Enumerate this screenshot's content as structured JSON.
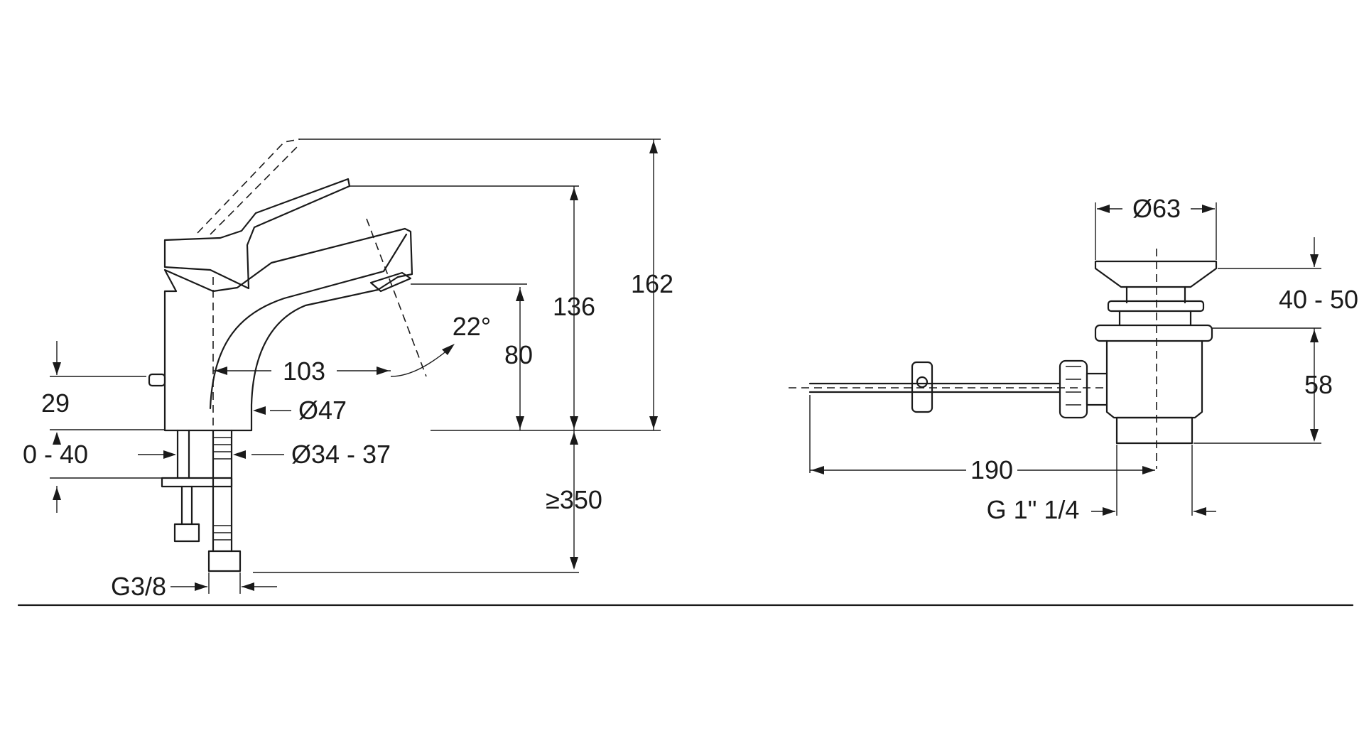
{
  "faucet": {
    "height_overall": "162",
    "height_handle": "136",
    "spout_height": "80",
    "spout_reach": "103",
    "spout_angle": "22°",
    "base_diameter": "Ø47",
    "hole_diameter": "Ø34 - 37",
    "pop_up_height": "29",
    "deck_thickness": "0 - 40",
    "hose_length": "≥350",
    "connection_thread": "G3/8"
  },
  "waste": {
    "plug_diameter": "Ø63",
    "plug_lift": "40 - 50",
    "body_height": "58",
    "rod_length": "190",
    "thread": "G 1\" 1/4"
  }
}
